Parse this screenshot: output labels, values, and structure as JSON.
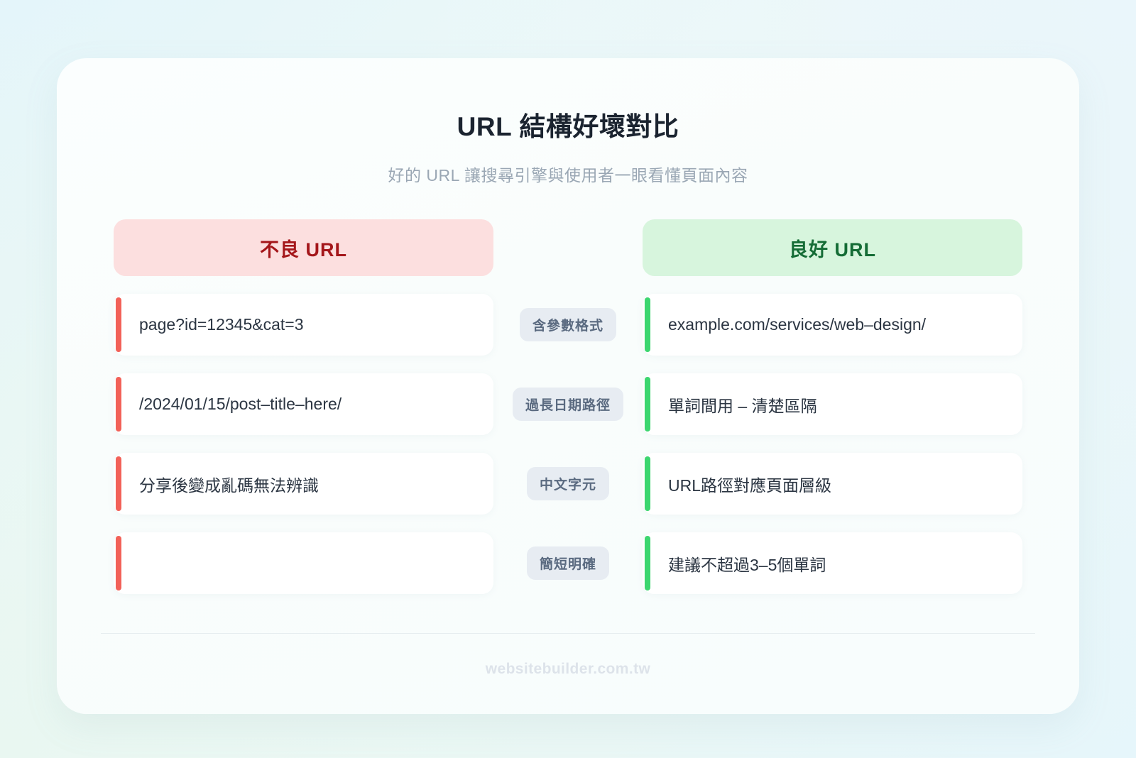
{
  "header": {
    "title": "URL 結構好壞對比",
    "subtitle": "好的 URL 讓搜尋引擎與使用者一眼看懂頁面內容"
  },
  "columns": {
    "bad_label": "不良 URL",
    "good_label": "良好 URL"
  },
  "colors": {
    "bad_accent": "#f26158",
    "good_accent": "#3cd66f",
    "bad_header_bg": "#fcdfdf",
    "bad_header_text": "#a4161a",
    "good_header_bg": "#d7f5dd",
    "good_header_text": "#146c35",
    "mid_pill_bg": "#e7ecf2",
    "mid_pill_text": "#5a6a80",
    "card_bg": "#fbfefe",
    "title_text": "#1b2430",
    "subtitle_text": "#9aa7b4",
    "footer_text": "#dde3ea"
  },
  "rows": [
    {
      "bad": "page?id=12345&cat=3",
      "mid": "含參數格式",
      "good": "example.com/services/web–design/"
    },
    {
      "bad": "/2024/01/15/post–title–here/",
      "mid": "過長日期路徑",
      "good": "單詞間用 – 清楚區隔"
    },
    {
      "bad": "分享後變成亂碼無法辨識",
      "mid": "中文字元",
      "good": "URL路徑對應頁面層級"
    },
    {
      "bad": "",
      "mid": "簡短明確",
      "good": "建議不超過3–5個單詞"
    }
  ],
  "footer": {
    "site": "websitebuilder.com.tw"
  }
}
